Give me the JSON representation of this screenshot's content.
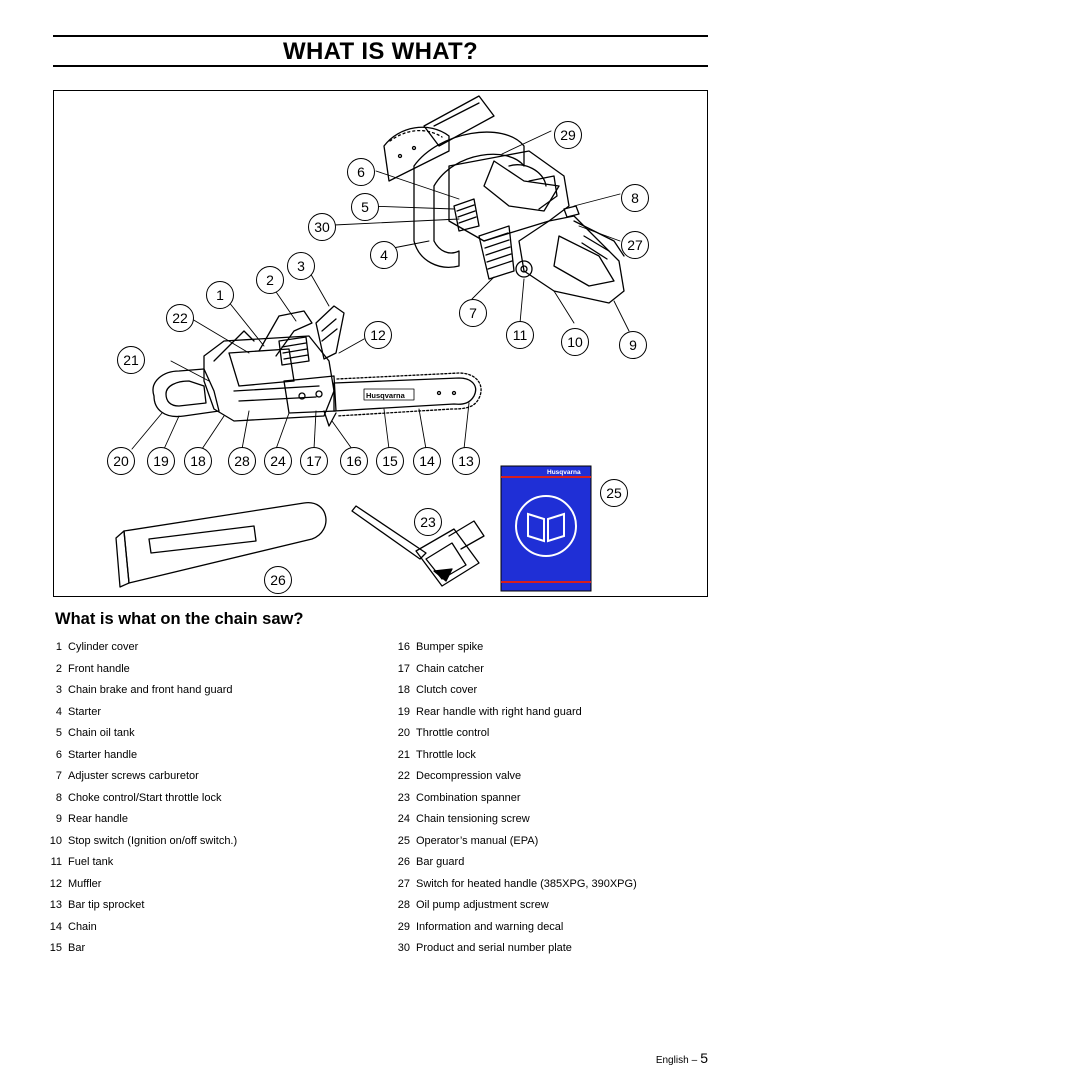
{
  "page": {
    "title": "WHAT IS WHAT?",
    "section_heading": "What is what on the chain saw?",
    "footer_language": "English",
    "footer_separator": "–",
    "footer_page_number": "5"
  },
  "figure": {
    "brand_label": "Husqvarna",
    "manual_brand_label": "Husqvarna",
    "callouts": [
      "29",
      "6",
      "8",
      "5",
      "30",
      "27",
      "4",
      "3",
      "2",
      "1",
      "22",
      "7",
      "12",
      "11",
      "10",
      "9",
      "21",
      "20",
      "19",
      "18",
      "28",
      "24",
      "17",
      "16",
      "15",
      "14",
      "13",
      "25",
      "23",
      "26"
    ]
  },
  "parts_left": [
    {
      "num": "1",
      "label": "Cylinder cover"
    },
    {
      "num": "2",
      "label": "Front handle"
    },
    {
      "num": "3",
      "label": "Chain brake and front hand guard"
    },
    {
      "num": "4",
      "label": "Starter"
    },
    {
      "num": "5",
      "label": "Chain oil tank"
    },
    {
      "num": "6",
      "label": "Starter handle"
    },
    {
      "num": "7",
      "label": "Adjuster screws carburetor"
    },
    {
      "num": "8",
      "label": "Choke control/Start throttle lock"
    },
    {
      "num": "9",
      "label": "Rear handle"
    },
    {
      "num": "10",
      "label": "Stop switch (Ignition on/off switch.)"
    },
    {
      "num": "11",
      "label": "Fuel tank"
    },
    {
      "num": "12",
      "label": "Muffler"
    },
    {
      "num": "13",
      "label": "Bar tip sprocket"
    },
    {
      "num": "14",
      "label": "Chain"
    },
    {
      "num": "15",
      "label": "Bar"
    }
  ],
  "parts_right": [
    {
      "num": "16",
      "label": "Bumper spike"
    },
    {
      "num": "17",
      "label": "Chain catcher"
    },
    {
      "num": "18",
      "label": "Clutch cover"
    },
    {
      "num": "19",
      "label": "Rear handle with right hand guard"
    },
    {
      "num": "20",
      "label": "Throttle control"
    },
    {
      "num": "21",
      "label": "Throttle lock"
    },
    {
      "num": "22",
      "label": "Decompression valve"
    },
    {
      "num": "23",
      "label": "Combination spanner"
    },
    {
      "num": "24",
      "label": "Chain tensioning screw"
    },
    {
      "num": "25",
      "label": "Operator’s manual (EPA)"
    },
    {
      "num": "26",
      "label": "Bar guard"
    },
    {
      "num": "27",
      "label": "Switch for heated handle (385XPG, 390XPG)"
    },
    {
      "num": "28",
      "label": "Oil pump adjustment screw"
    },
    {
      "num": "29",
      "label": "Information and warning decal"
    },
    {
      "num": "30",
      "label": "Product and serial number plate"
    }
  ],
  "colors": {
    "manual_blue": "#1f2fd6",
    "manual_red_stripe": "#d81e1e",
    "ink": "#000000"
  }
}
